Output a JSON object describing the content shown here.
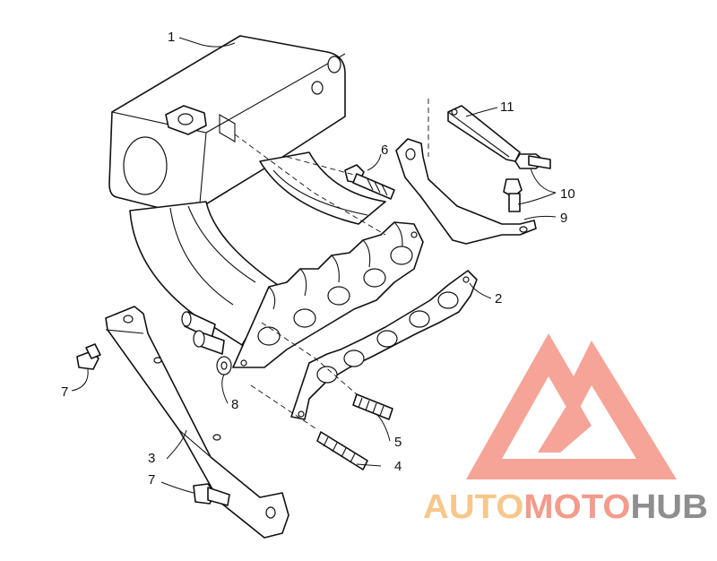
{
  "callouts": {
    "c1": "1",
    "c2": "2",
    "c3": "3",
    "c4": "4",
    "c5": "5",
    "c6": "6",
    "c7a": "7",
    "c7b": "7",
    "c8": "8",
    "c9": "9",
    "c10": "10",
    "c11": "11"
  },
  "watermark": {
    "auto": "AUTO",
    "moto": "MOTO",
    "hub": "HUB",
    "logo_icon": "triangle-m-logo-icon",
    "colors": {
      "auto": "#f7c78a",
      "moto": "#f49b8c",
      "hub": "#8e8e8e",
      "logo": "#f49b8c"
    }
  }
}
